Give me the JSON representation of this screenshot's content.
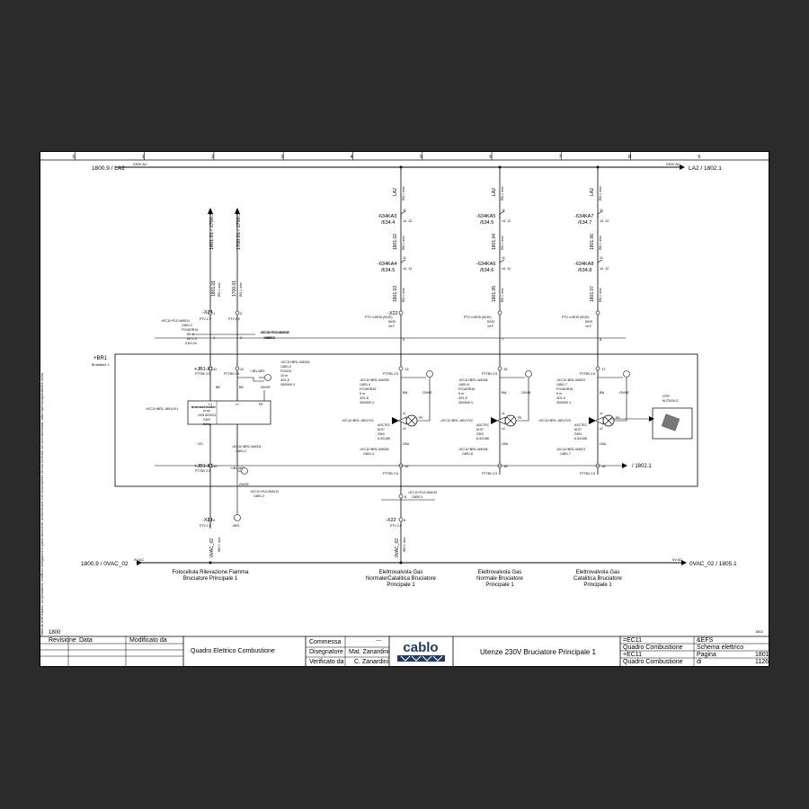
{
  "grid_columns": [
    "0",
    "1",
    "2",
    "3",
    "4",
    "5",
    "6",
    "7",
    "8",
    "9"
  ],
  "side_note": "Tutela dei diritti d'autore: La riproduzione, modifica o divulgazione di questo documento, la trasmissione o la comunicazione del suo contenuto non sono autorizzate, salvo espressa approvazione scritta.",
  "top_bus": {
    "left_ref": "1800.9 / LA2",
    "left_label": "230V AC",
    "right_label": "230V AC",
    "right_ref": "LA2 / 1802.1"
  },
  "bottom_bus": {
    "left_ref": "1800.9 / 0VAC_02",
    "left_label": "0V AC",
    "right_label": "0V AC",
    "right_ref": "0VAC_02 / 1805.1"
  },
  "flame": {
    "ref_a": "1801.01 / 1700.3",
    "ref_b": "1700.01 / 1700.3",
    "wire_a": "1801.01",
    "wire_b": "1700.01",
    "wire_spec": "RD 1 mm²",
    "term_top": "-X24",
    "t1": "1",
    "t2": "2",
    "ftv": "PTV 2,5",
    "cable_lines": [
      "=EC11+FLD-W4011",
      "/1801.2",
      "FG16OR16",
      "8G 1,5",
      "0,6/1 kV"
    ],
    "cable_prefix": "85 m",
    "cable2_lines": [
      "=EC11+BR1-W4004",
      "/1801.2",
      "FG4O4",
      "10 m",
      "4G1,5",
      "300/500 V"
    ],
    "jb_lbl": "+JB1-X1",
    "jb_ftv": "PTTBV 2,5",
    "jb_t1": "11",
    "jb_t2": "11",
    "wire_bk1": "BK",
    "wire_bk2": "BK",
    "wire_gnye": "GNYE",
    "pe_lbl": "+JB1-WE1",
    "dev_ref": "=EC11+BR1-1801UV1",
    "dev_lines": [
      "KRM",
      "UVS10D0G1",
      "230V",
      "50Hz"
    ],
    "brand": "kromschroder",
    "pin1": "1",
    "pin2": "2",
    "pin3": "PE",
    "pin_l1": "L1",
    "pin_sig": "1+",
    "gv": "GV",
    "cable3": [
      "=EC11+BR1-W4004",
      "/1801.2"
    ],
    "jb2_lbl": "+JB1-X1",
    "jb2_t": "10",
    "jb2_ftv": "PTTBV 2,5",
    "pe2_lbl": "+JB1-WE1",
    "cable4": [
      "=EC11+FLD-W4011",
      "/1801.2"
    ],
    "term_bot": "-X24",
    "tb1": "4",
    "tb_ftv": "PTV 2,5",
    "pe3": "-WE1",
    "wire_bot": "0VAC_02",
    "wire_bot_spec": "WH 1 mm²",
    "caption": [
      "Fotocellula Rilevazione Fiamma",
      "Bruciatore Principale 1"
    ]
  },
  "burner": {
    "tag": "+BR1",
    "sub": "Bruciatore 1"
  },
  "valves": [
    {
      "relay1": "-634KA3",
      "relay1_ref": "/634.4",
      "relay2": "-634KA4",
      "relay2_ref": "/634.5",
      "contact": [
        "11",
        "14",
        "12"
      ],
      "wire_top": "LA2",
      "wire_mid": "1801.02",
      "wire_bot": "1801.03",
      "spec": "RD 1 mm²",
      "term": "-X22",
      "term_no": "5",
      "ftv": "PTV 4-HESI (5X20)",
      "fuse": "5X20",
      "amp": "1A F",
      "cable_top": [
        "=EC11+FLD-W4010",
        "/1800.3"
      ],
      "jb_no": "13",
      "jb_ftv": "PTTBV 2,5",
      "cable": [
        "=EC11+BR1-W4005",
        "/1801.4",
        "FG16OR16",
        "5 m",
        "3G1,5",
        "300/500 V"
      ],
      "bn": "BN",
      "gnye": "GNYE",
      "lbu": "LBU",
      "dev": "=EC11+BR1-1801YV1",
      "dev_lines": [
        "ASCTEC",
        "M-07",
        "230V",
        "6,3/3,6W"
      ],
      "cable2": [
        "=EC11+BR1-W4005",
        "/1801.4"
      ],
      "jb_no2": "14",
      "jb_ftv2": "PTTBV 2,5",
      "caption": [
        "Elettrovalvola Gas",
        "Normale/Catalitica Bruciatore",
        "Principale 1"
      ]
    },
    {
      "relay1": "-634KA5",
      "relay1_ref": "/634.5",
      "relay2": "-634KA6",
      "relay2_ref": "/634.6",
      "contact": [
        "11",
        "14",
        "12"
      ],
      "wire_top": "LA2",
      "wire_mid": "1801.04",
      "wire_bot": "1801.05",
      "spec": "RD 1 mm²",
      "term": "",
      "term_no": "7",
      "ftv": "PTV 4-HESI (5X20)",
      "fuse": "5X20",
      "amp": "1A F",
      "jb_no": "15",
      "jb_ftv": "PTTBV 2,5",
      "cable": [
        "=EC11+BR1-W4006",
        "/1801.6",
        "FG16OR16",
        "5 m",
        "3G1,5",
        "300/500 V"
      ],
      "bn": "BN",
      "gnye": "GNYE",
      "lbu": "LBU",
      "dev": "=EC11+BR1-1801YV2",
      "dev_lines": [
        "ASCTEC",
        "M-07",
        "230V",
        "6,3/3,6W"
      ],
      "cable2": [
        "=EC11+BR1-W4006",
        "/1801.6"
      ],
      "jb_no2": "16",
      "jb_ftv2": "PTTBV 2,5",
      "caption": [
        "Elettrovalvola Gas",
        "Normale Bruciatore",
        "Principale 1"
      ]
    },
    {
      "relay1": "-634KA7",
      "relay1_ref": "/634.7",
      "relay2": "-634KA8",
      "relay2_ref": "/634.8",
      "contact": [
        "11",
        "14",
        "12"
      ],
      "wire_top": "LA2",
      "wire_mid": "1801.06",
      "wire_bot": "1801.07",
      "spec": "RD 1 mm²",
      "term": "",
      "term_no": "8",
      "ftv": "PTV 4-HESI (5X20)",
      "fuse": "5X20",
      "amp": "1A F",
      "cable_top": [
        "=EC11+FLD-W4010",
        "/1800.3"
      ],
      "jb_no": "17",
      "jb_ftv": "PTTBV 2,5",
      "cable": [
        "=EC11+BR1-W4007",
        "/1801.7",
        "FG16OR16",
        "5 m",
        "3G1,5",
        "300/500 V"
      ],
      "bn": "BN",
      "gnye": "GNYE",
      "lbu": "LBU",
      "dev": "=EC11+BR1-1801YV3",
      "dev_lines": [
        "ASCTEC",
        "M-07",
        "230V",
        "6,3/3,6W"
      ],
      "cable2": [
        "=EC11+BR1-W4007",
        "/1801.7"
      ],
      "jb_no2": "18",
      "jb_ftv2": "PTTBV 2,5",
      "caption": [
        "Elettrovalvola Gas",
        "Catalitica Bruciatore",
        "Principale 1"
      ]
    }
  ],
  "htp": {
    "label": "HTP",
    "sub": "M.IT52VL3"
  },
  "jb_out": "/ 1802.1",
  "x22_bottom": {
    "term": "-X22",
    "no": "6",
    "ftv": "PTV 2,5",
    "cable": [
      "=EC11+FLD-W4010",
      "/1800.3"
    ],
    "wire": "0VAC_02",
    "spec": "WH 1 mm²"
  },
  "sheet_no_left": "1800",
  "sheet_no_right": "1802",
  "title_block": {
    "revisione": "Revisione",
    "data": "Data",
    "modificato": "Modificato da",
    "project": "Quadro Elettrico Combustione",
    "commessa": "Commessa",
    "commessa_val": "----",
    "disegnatore": "Disegnatore",
    "disegnatore_val": "Mat. Zanardini",
    "verificato": "Verificato da",
    "verificato_val": "C. Zanardini",
    "logo": "cablo",
    "title": "Utenze 230V Bruciatore Principale 1",
    "r1a": "=EC11",
    "r1b": "&EFS",
    "r2a": "Quadro Combustione",
    "r2b": "Schema elettrico",
    "r3a": "+EC11",
    "r3b": "Pagina",
    "r3c": "1801",
    "r4a": "Quadro Combustione",
    "r4b": "di",
    "r4c": "1126"
  }
}
